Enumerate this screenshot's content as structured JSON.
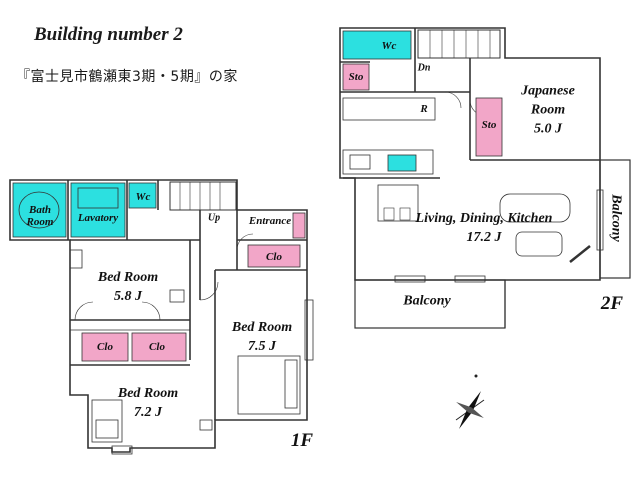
{
  "title": "Building number  2",
  "subtitle": "『富士見市鶴瀬東3期・5期』の家",
  "colors": {
    "wet_area": "#2ce0e0",
    "storage": "#f2a6c8",
    "wall": "#333333",
    "outline": "#444444"
  },
  "floor1": {
    "label": "1F",
    "bath": [
      "Bath",
      "Room"
    ],
    "lavatory": "Lavatory",
    "wc": "Wc",
    "up": "Up",
    "entrance": "Entrance",
    "clo_entrance": "Clo",
    "bedroom_a": [
      "Bed Room",
      "5.8  J"
    ],
    "bedroom_b": [
      "Bed Room",
      "7.5  J"
    ],
    "bedroom_c": [
      "Bed Room",
      "7.2  J"
    ],
    "clo_left": "Clo",
    "clo_right": "Clo"
  },
  "floor2": {
    "label": "2F",
    "wc": "Wc",
    "sto_left": "Sto",
    "dn": "Dn",
    "r": "R",
    "sto_right": "Sto",
    "japanese_room": [
      "Japanese",
      "Room",
      "5.0  J"
    ],
    "ldk": [
      "Living, Dining, Kitchen",
      "17.2  J"
    ],
    "balcony_bottom": "Balcony",
    "balcony_side": "Balcony"
  },
  "compass_icon": "north-arrow-icon"
}
